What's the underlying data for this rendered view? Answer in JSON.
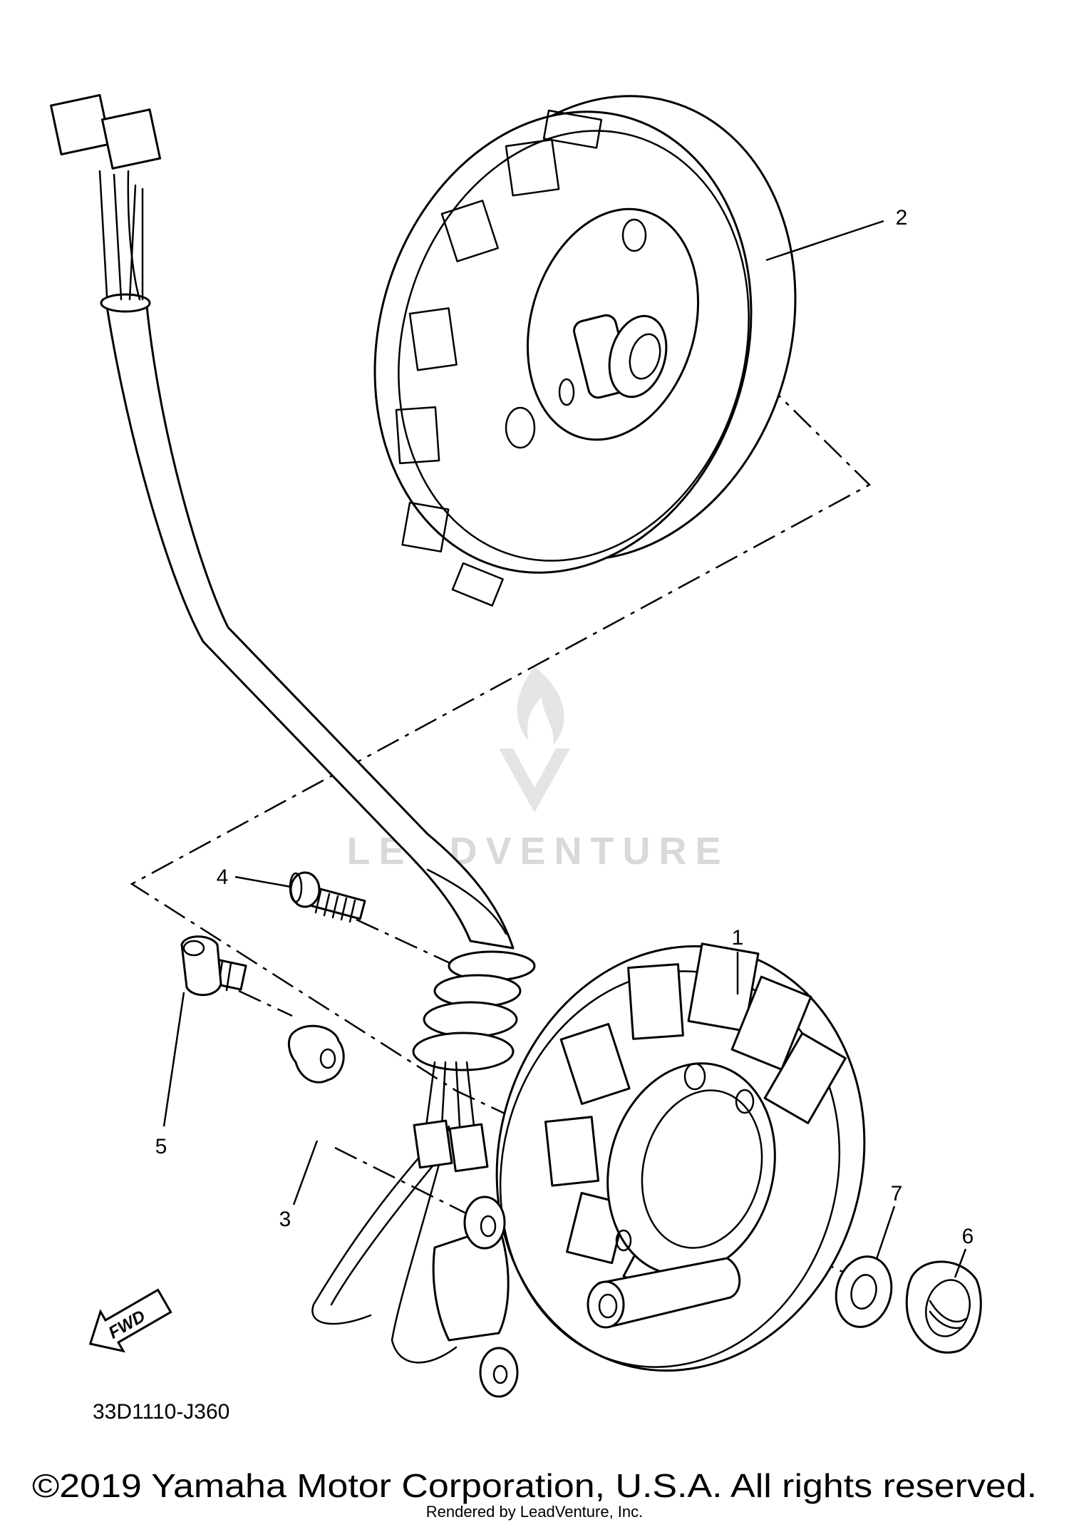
{
  "callouts": {
    "c1": "1",
    "c2": "2",
    "c3": "3",
    "c4": "4",
    "c5": "5",
    "c6": "6",
    "c7": "7"
  },
  "fwd_label": "FWD",
  "diagram_code": "33D1110-J360",
  "copyright": "©2019 Yamaha Motor Corporation, U.S.A. All rights reserved.",
  "rendered_by": "Rendered by LeadVenture, Inc.",
  "watermark": "LEADVENTURE"
}
